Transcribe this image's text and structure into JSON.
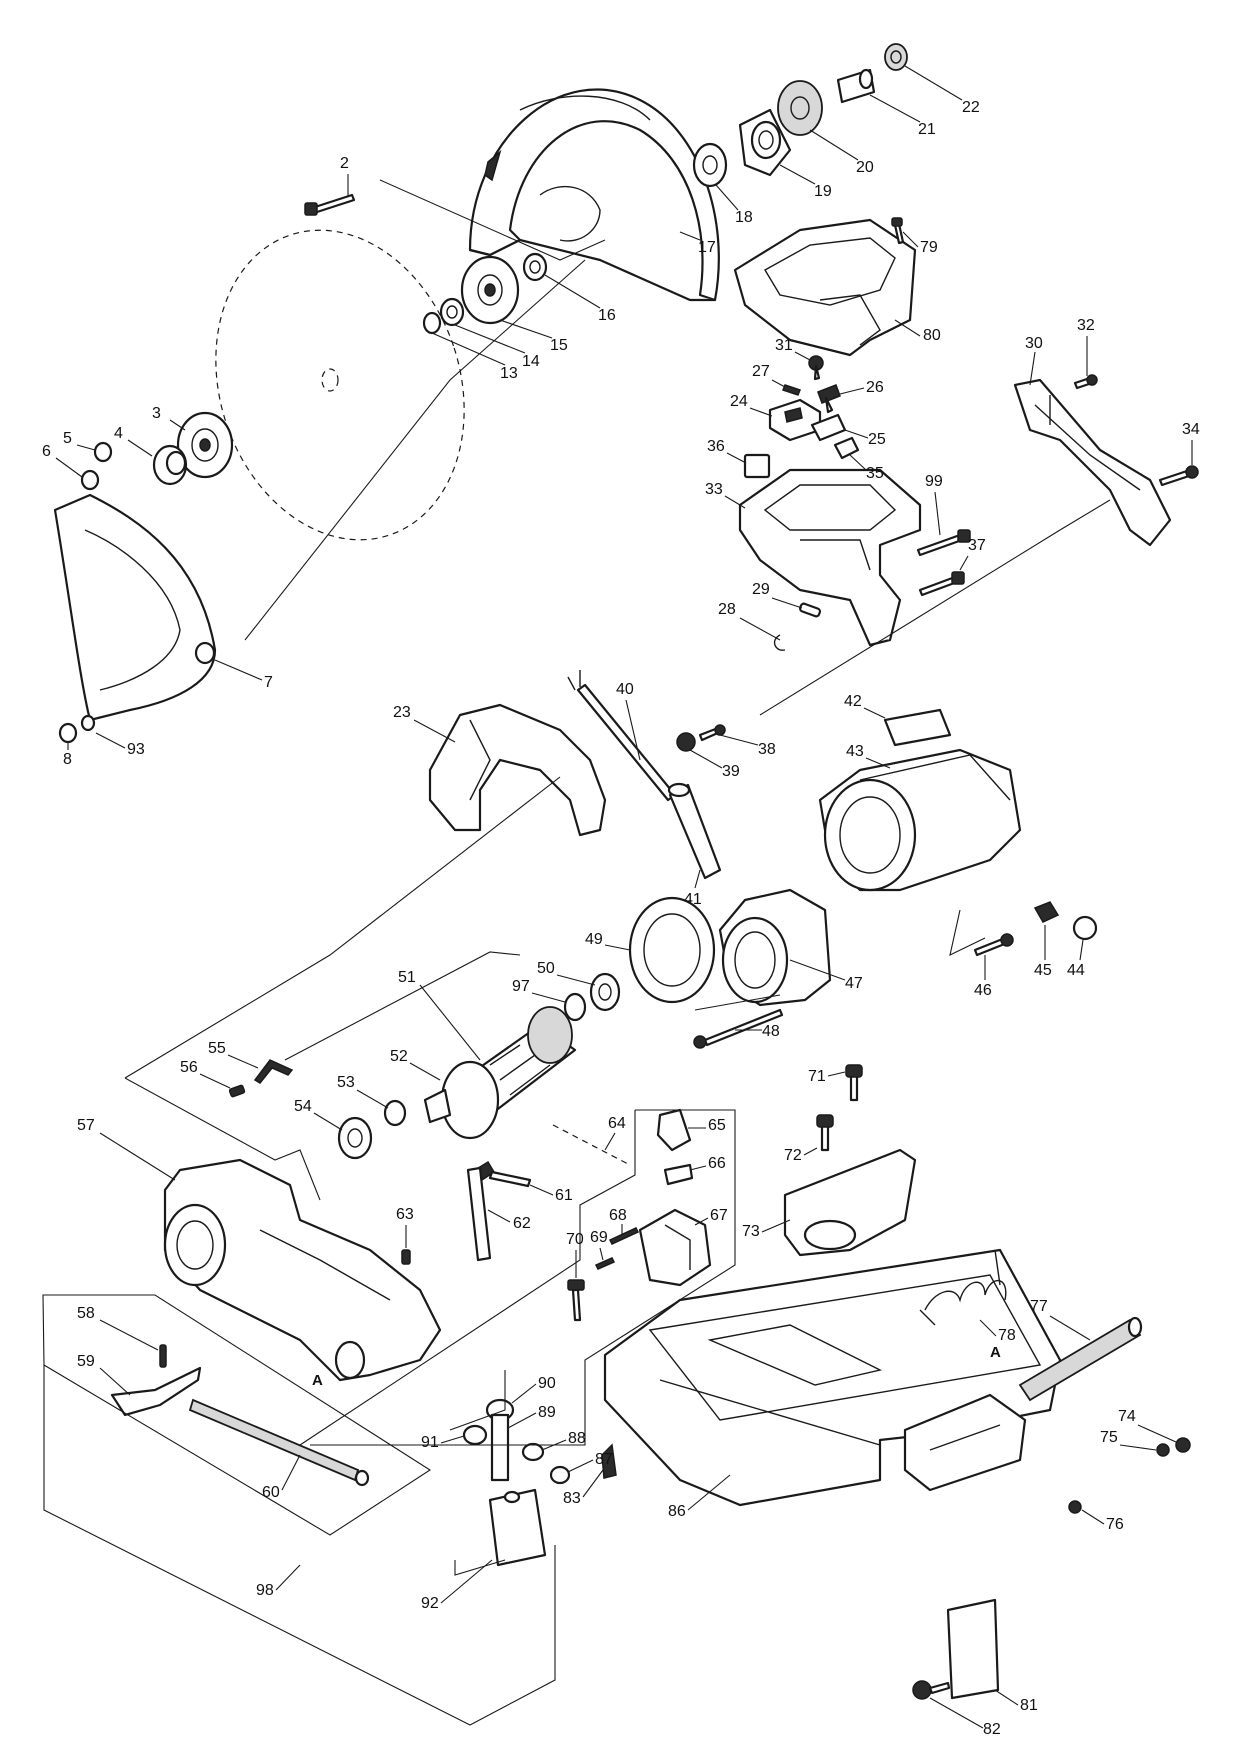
{
  "diagram": {
    "callouts": [
      "2",
      "3",
      "4",
      "5",
      "6",
      "7",
      "8",
      "13",
      "14",
      "15",
      "16",
      "17",
      "18",
      "19",
      "20",
      "21",
      "22",
      "23",
      "24",
      "25",
      "26",
      "27",
      "28",
      "29",
      "30",
      "31",
      "32",
      "33",
      "34",
      "35",
      "36",
      "37",
      "38",
      "39",
      "40",
      "41",
      "42",
      "43",
      "44",
      "45",
      "46",
      "47",
      "48",
      "49",
      "50",
      "51",
      "52",
      "53",
      "54",
      "55",
      "56",
      "57",
      "58",
      "59",
      "60",
      "61",
      "62",
      "63",
      "64",
      "65",
      "66",
      "67",
      "68",
      "69",
      "70",
      "71",
      "72",
      "73",
      "74",
      "75",
      "76",
      "77",
      "78",
      "79",
      "80",
      "81",
      "82",
      "83",
      "86",
      "87",
      "88",
      "89",
      "90",
      "91",
      "92",
      "93",
      "97",
      "98",
      "99"
    ],
    "markers": {
      "a_left": "A",
      "a_right": "A"
    }
  }
}
